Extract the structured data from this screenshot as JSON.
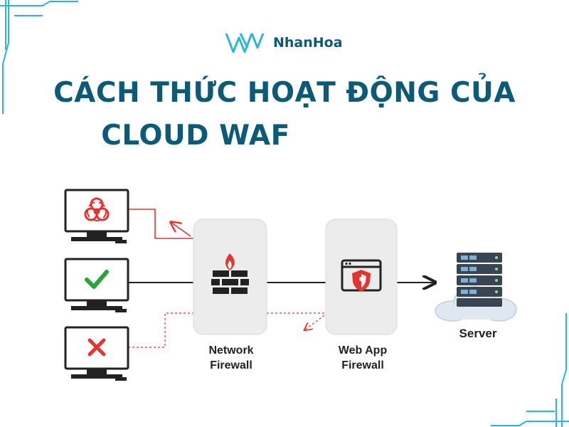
{
  "brand": {
    "name": "NhanHoa",
    "logo_icon": "nhanhoa-logo-icon"
  },
  "title": {
    "line1": "CÁCH THỨC HOẠT ĐỘNG CỦA",
    "line2": "CLOUD WAF"
  },
  "diagram": {
    "clients": [
      {
        "status": "malicious",
        "icon": "biohazard-icon",
        "color": "#e5342f"
      },
      {
        "status": "allowed",
        "icon": "check-icon",
        "color": "#2aa33a"
      },
      {
        "status": "blocked",
        "icon": "cross-icon",
        "color": "#e5342f"
      }
    ],
    "network_firewall": {
      "label_line1": "Network",
      "label_line2": "Firewall",
      "icon": "firewall-brick-icon"
    },
    "web_app_firewall": {
      "label_line1": "Web App",
      "label_line2": "Firewall",
      "icon": "shield-browser-icon"
    },
    "server": {
      "label": "Server",
      "icon": "server-rack-cloud-icon"
    }
  },
  "colors": {
    "title": "#0b5a78",
    "accent_cyan": "#29b6d8",
    "danger": "#e5342f",
    "success": "#2aa33a",
    "box_fill": "#ececec"
  }
}
